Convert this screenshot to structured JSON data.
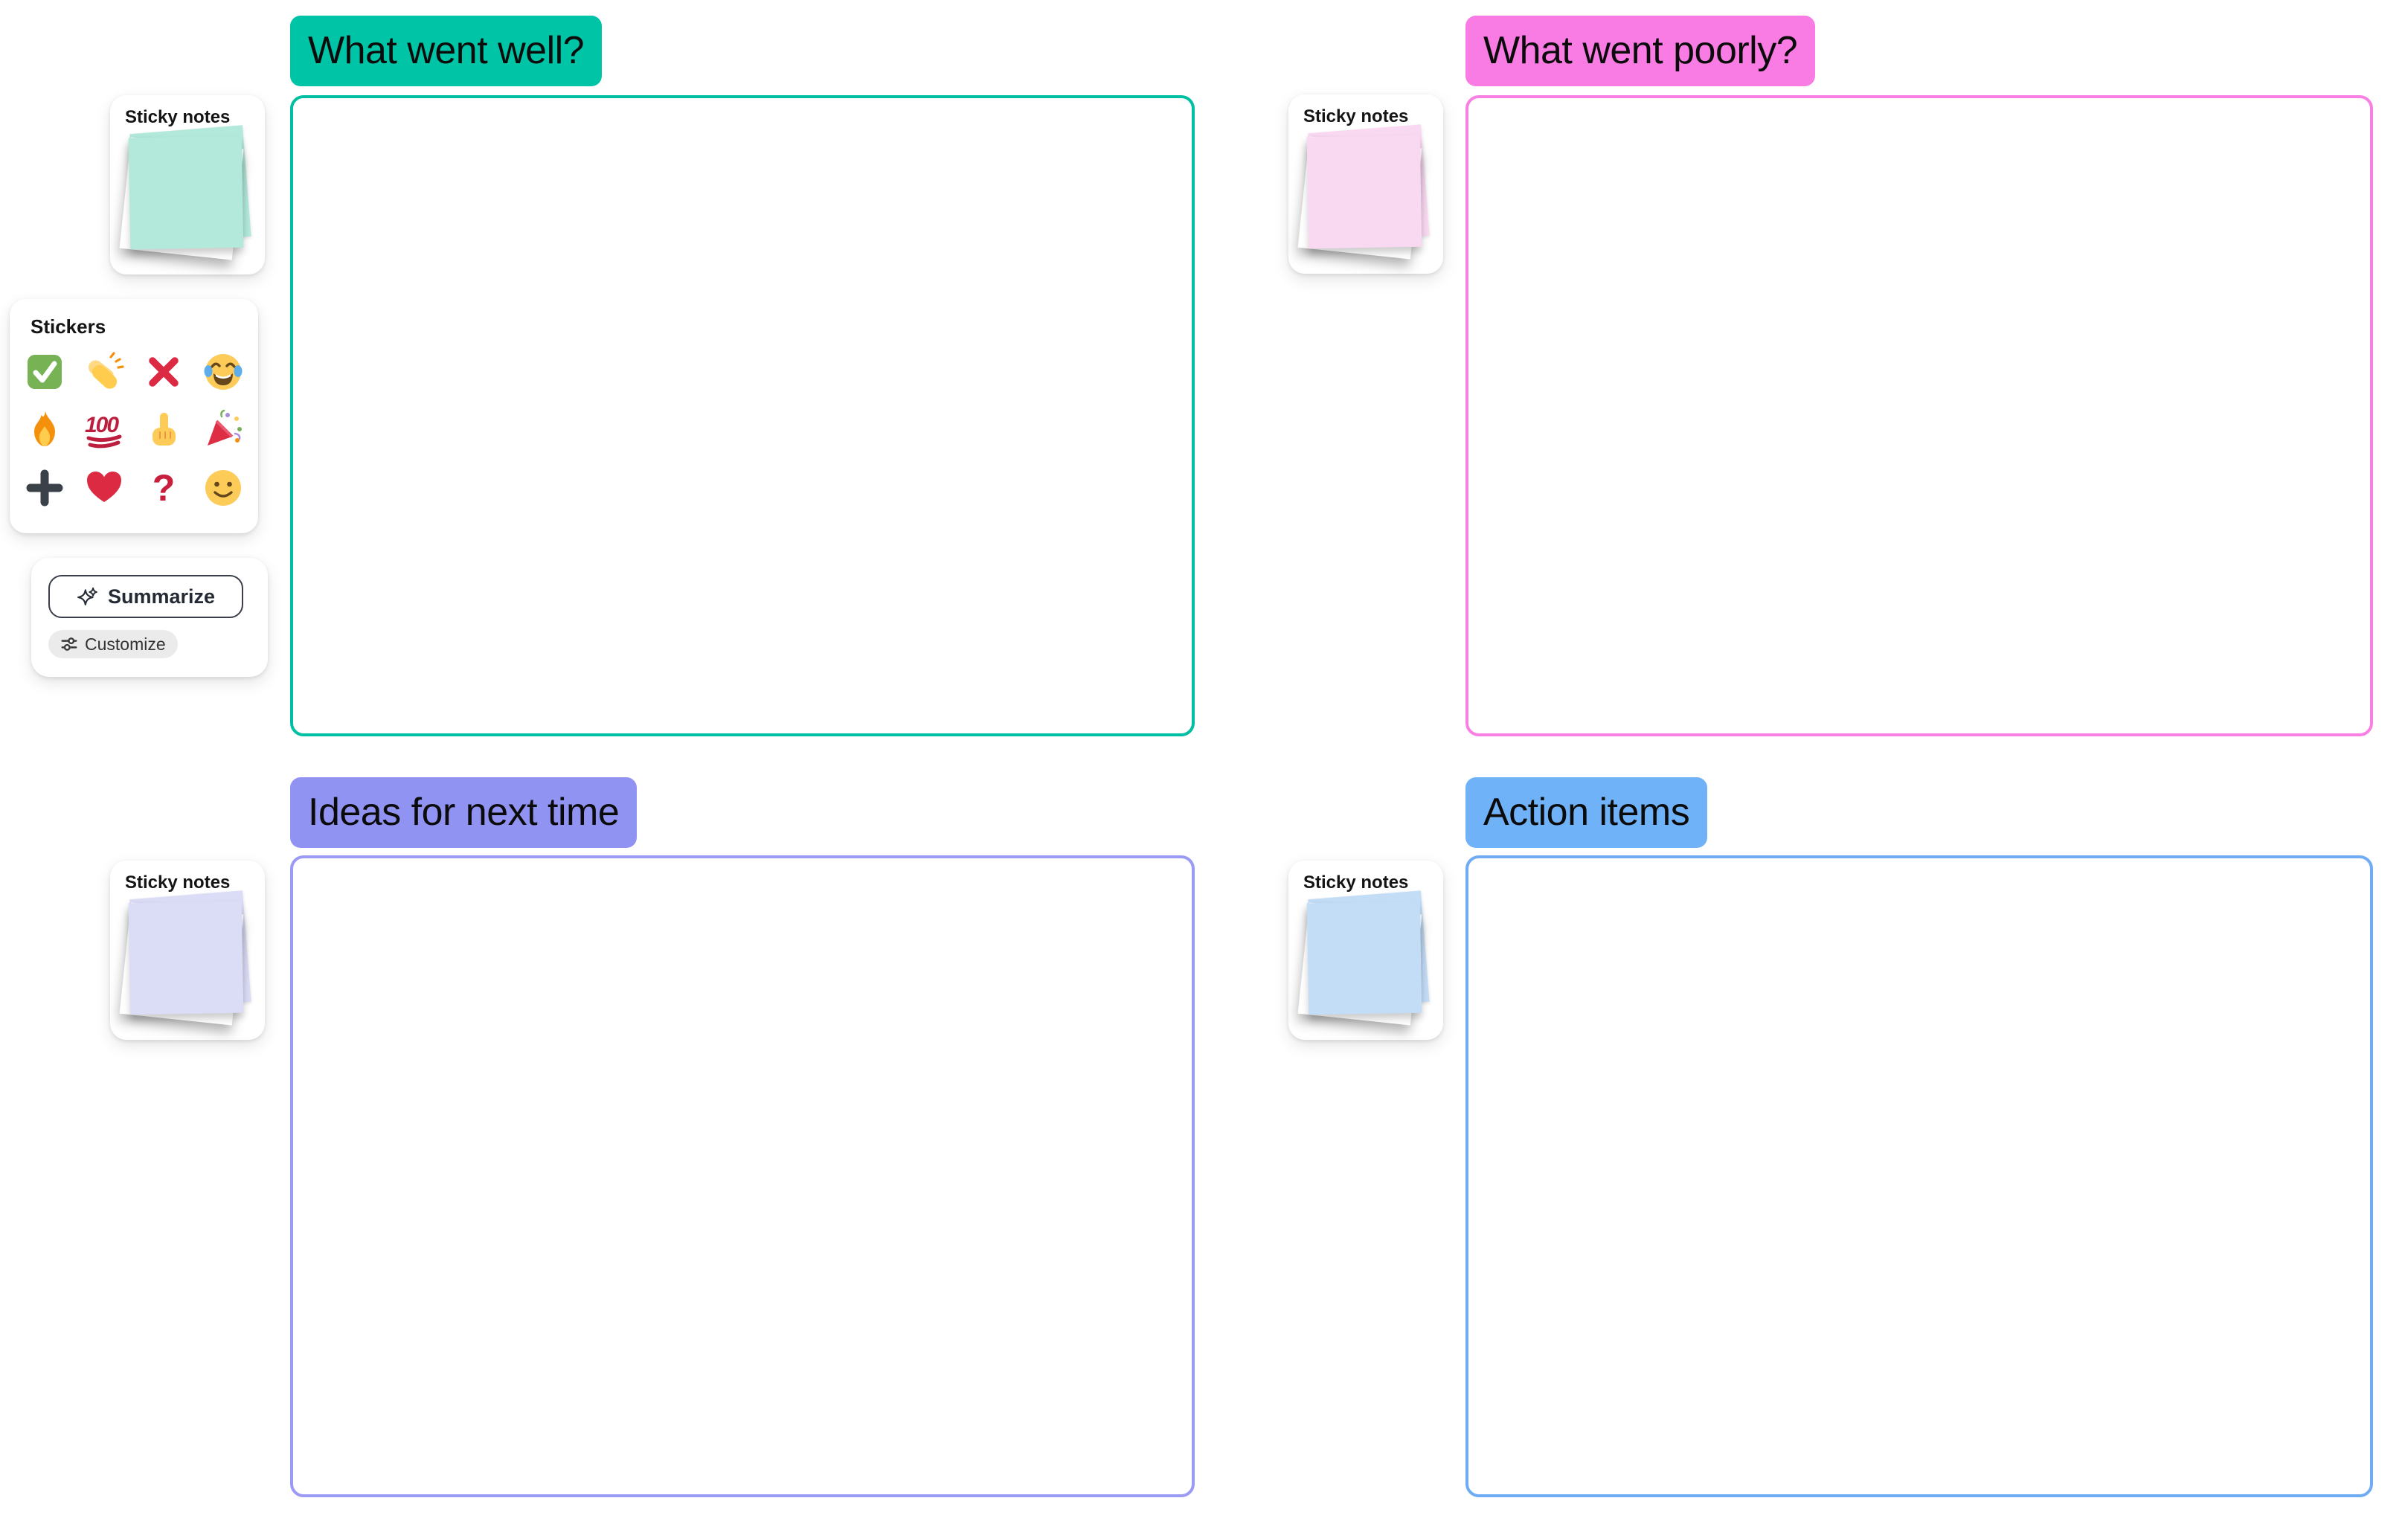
{
  "board": {
    "sections": [
      {
        "id": "went-well",
        "title": "What went well?",
        "header_bg": "#00C4A6",
        "border_color": "#00BFA2"
      },
      {
        "id": "went-poorly",
        "title": "What went poorly?",
        "header_bg": "#F87CE3",
        "border_color": "#F980E3"
      },
      {
        "id": "ideas",
        "title": "Ideas for next time",
        "header_bg": "#9193F2",
        "border_color": "#9B9AF4"
      },
      {
        "id": "action-items",
        "title": "Action items",
        "header_bg": "#70B2F8",
        "border_color": "#6FACF5"
      }
    ]
  },
  "sticky_note_widgets": [
    {
      "label": "Sticky notes",
      "note_color": "#B2E9DB"
    },
    {
      "label": "Sticky notes",
      "note_color": "#F9D9F1"
    },
    {
      "label": "Sticky notes",
      "note_color": "#DBDCF6"
    },
    {
      "label": "Sticky notes",
      "note_color": "#C4DDF7"
    }
  ],
  "stickers_panel": {
    "title": "Stickers",
    "stickers": [
      "check-mark-button",
      "clapping-hands",
      "cross-mark",
      "face-with-tears-of-joy",
      "fire",
      "hundred-points",
      "index-pointing-up",
      "party-popper",
      "heavy-plus",
      "red-heart",
      "red-question-mark",
      "slightly-smiling-face"
    ]
  },
  "ai_panel": {
    "summarize_label": "Summarize",
    "summarize_icon": "sparkles-icon",
    "customize_label": "Customize",
    "customize_icon": "sliders-icon"
  }
}
